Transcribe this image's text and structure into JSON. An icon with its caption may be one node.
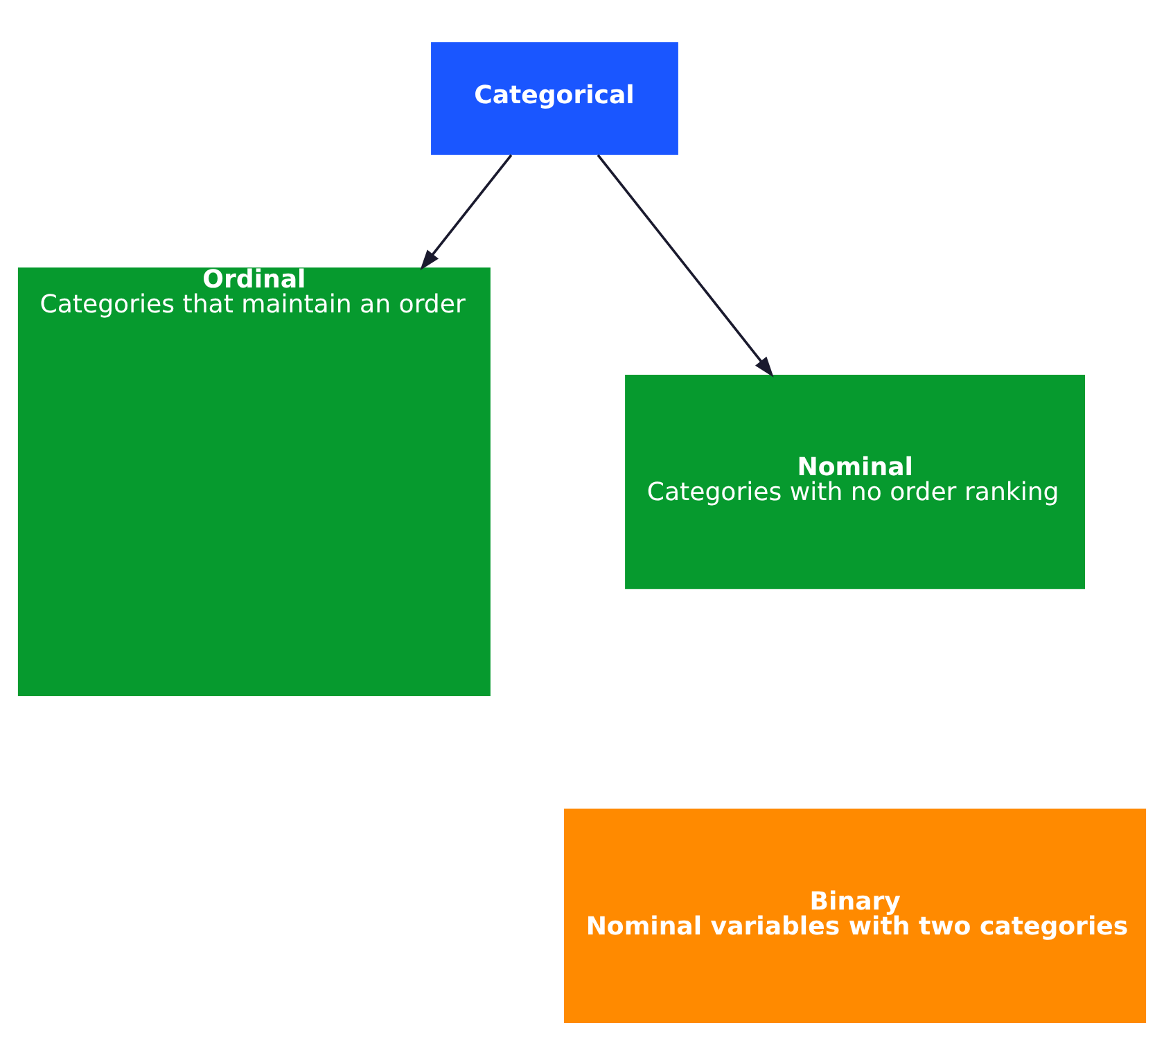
{
  "diagram": {
    "nodes": [
      {
        "text": [
          "Categorical"
        ]
      },
      {
        "text": [
          "Ordinal",
          "Categories that maintain an order"
        ]
      },
      {
        "text": [
          "Nominal",
          "Categories with no order ranking"
        ]
      },
      {
        "text": [
          "Binary",
          "Nominal variables with two categories"
        ]
      }
    ],
    "edges": [
      {
        "from": 0,
        "to": 1,
        "arrow": "to"
      },
      {
        "from": 0,
        "to": 2,
        "arrow": "to"
      }
    ]
  }
}
